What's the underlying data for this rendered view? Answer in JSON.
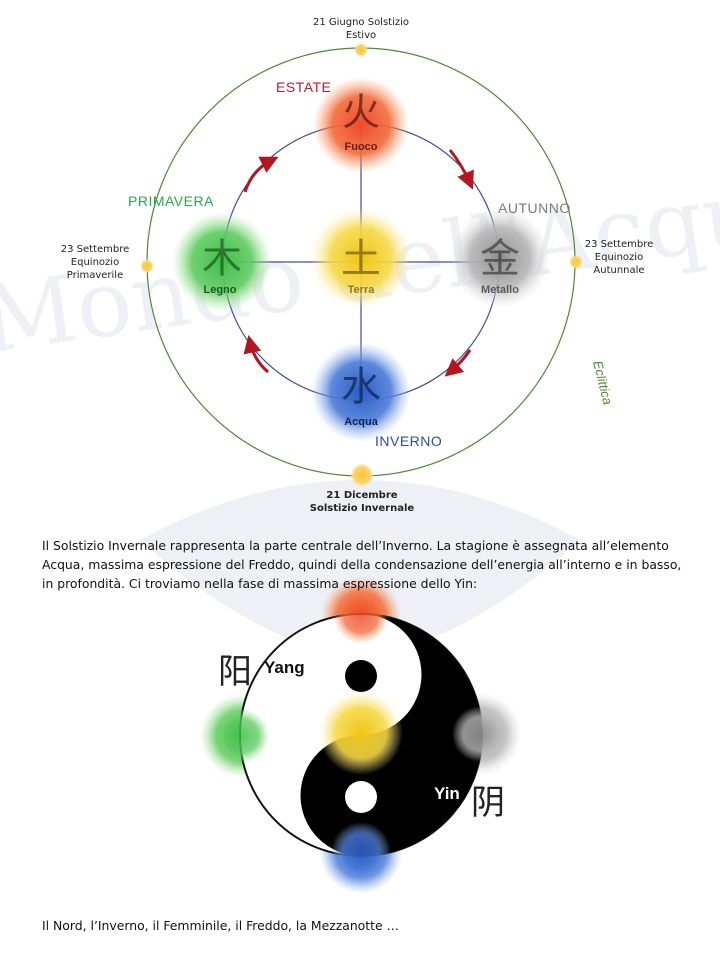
{
  "diagram": {
    "solstice_summer": {
      "line1": "21 Giugno Solstizio",
      "line2": "Estivo"
    },
    "equinox_spring": {
      "line1": "23 Settembre",
      "line2": "Equinozio",
      "line3": "Primaverile"
    },
    "equinox_autumn": {
      "line1": "23 Settembre",
      "line2": "Equinozio",
      "line3": "Autunnale"
    },
    "solstice_winter": {
      "line1": "21 Dicembre",
      "line2": "Solstizio Invernale"
    },
    "ecliptic_label": "Eclittica",
    "watermark": "il Mondo dell'Acqua",
    "seasons": {
      "summer": "ESTATE",
      "spring": "PRIMAVERA",
      "autumn": "AUTUNNO",
      "winter": "INVERNO"
    },
    "elements": [
      {
        "key": "fire",
        "glyph": "火",
        "name": "Fuoco",
        "color": "#f04a2c"
      },
      {
        "key": "wood",
        "glyph": "木",
        "name": "Legno",
        "color": "#3fbf4a"
      },
      {
        "key": "earth",
        "glyph": "土",
        "name": "Terra",
        "color": "#f2cf1c"
      },
      {
        "key": "metal",
        "glyph": "金",
        "name": "Metallo",
        "color": "#9a9a9a"
      },
      {
        "key": "water",
        "glyph": "水",
        "name": "Acqua",
        "color": "#2f63c9"
      }
    ],
    "colors": {
      "outer_ring": "#4e8a34",
      "inner_ring": "#3d4f9a",
      "arrow": "#b3161e",
      "sun": "#f7c948",
      "summer": "#c9162b",
      "spring": "#2aa84a",
      "autumn": "#7a7a7a",
      "winter": "#2c4ea0"
    }
  },
  "text": {
    "paragraph1": "Il Solstizio Invernale rappresenta la parte centrale dell’Inverno. La stagione è assegnata all’elemento Acqua, massima espressione del Freddo, quindi della condensazione dell’energia all’interno e in basso, in profondità. Ci troviamo nella fase di massima espressione dello Yin:",
    "paragraph2": "Il Nord, l’Inverno, il Femminile, il Freddo, la Mezzanotte …"
  },
  "yinyang": {
    "yang_glyph": "阳",
    "yang_label": "Yang",
    "yin_glyph": "阴",
    "yin_label": "Yin"
  }
}
